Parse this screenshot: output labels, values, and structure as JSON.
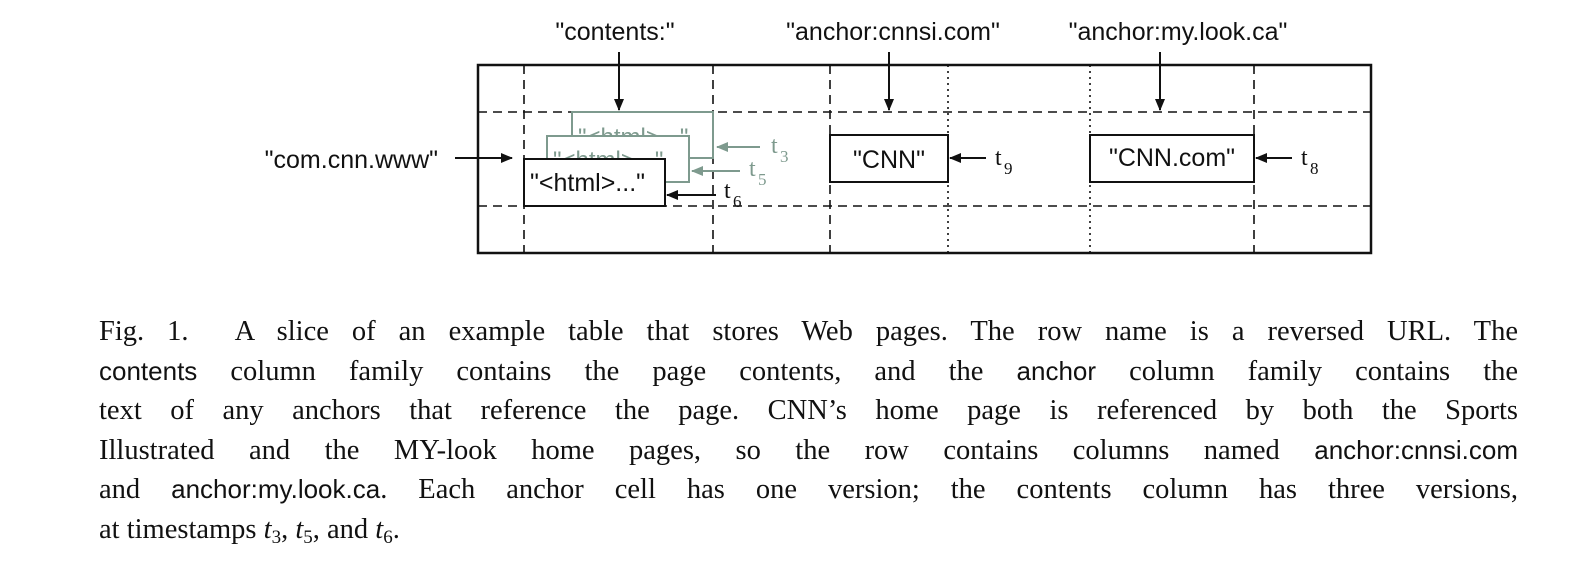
{
  "figure": {
    "column_labels": {
      "contents": "\"contents:\"",
      "anchor_cnnsi": "\"anchor:cnnsi.com\"",
      "anchor_mylook": "\"anchor:my.look.ca\""
    },
    "row_label": "\"com.cnn.www\"",
    "contents_versions": [
      {
        "text": "\"<html>...\"",
        "timestamp": "t",
        "timestamp_sub": "3"
      },
      {
        "text": "\"<html>...\"",
        "timestamp": "t",
        "timestamp_sub": "5"
      },
      {
        "text": "\"<html>...\"",
        "timestamp": "t",
        "timestamp_sub": "6"
      }
    ],
    "anchor_cells": [
      {
        "text": "\"CNN\"",
        "timestamp": "t",
        "timestamp_sub": "9"
      },
      {
        "text": "\"CNN.com\"",
        "timestamp": "t",
        "timestamp_sub": "8"
      }
    ],
    "colors": {
      "old_version": "#7e9a8e",
      "current": "#111111"
    }
  },
  "caption": {
    "prefix": "Fig. 1.",
    "line1": "A slice of an example table that stores Web pages. The row name is a reversed URL. The",
    "line2_term": "contents",
    "line2_a": "column family contains the page contents, and the",
    "line2_term2": "anchor",
    "line2_b": "column family contains the",
    "line3": "text of any anchors that reference the page. CNN’s home page is referenced by both the Sports",
    "line4_a": "Illustrated and the MY-look home pages, so the row contains columns named",
    "line4_term": "anchor:cnnsi.com",
    "line5_a": "and",
    "line5_term": "anchor:my.look.ca",
    "line5_b": ". Each anchor cell has one version; the contents column has three versions,",
    "line6_a": "at timestamps",
    "t": "t",
    "sub3": "3",
    "sep1": ",",
    "sub5": "5",
    "sep2": ", and",
    "sub6": "6",
    "end": "."
  }
}
